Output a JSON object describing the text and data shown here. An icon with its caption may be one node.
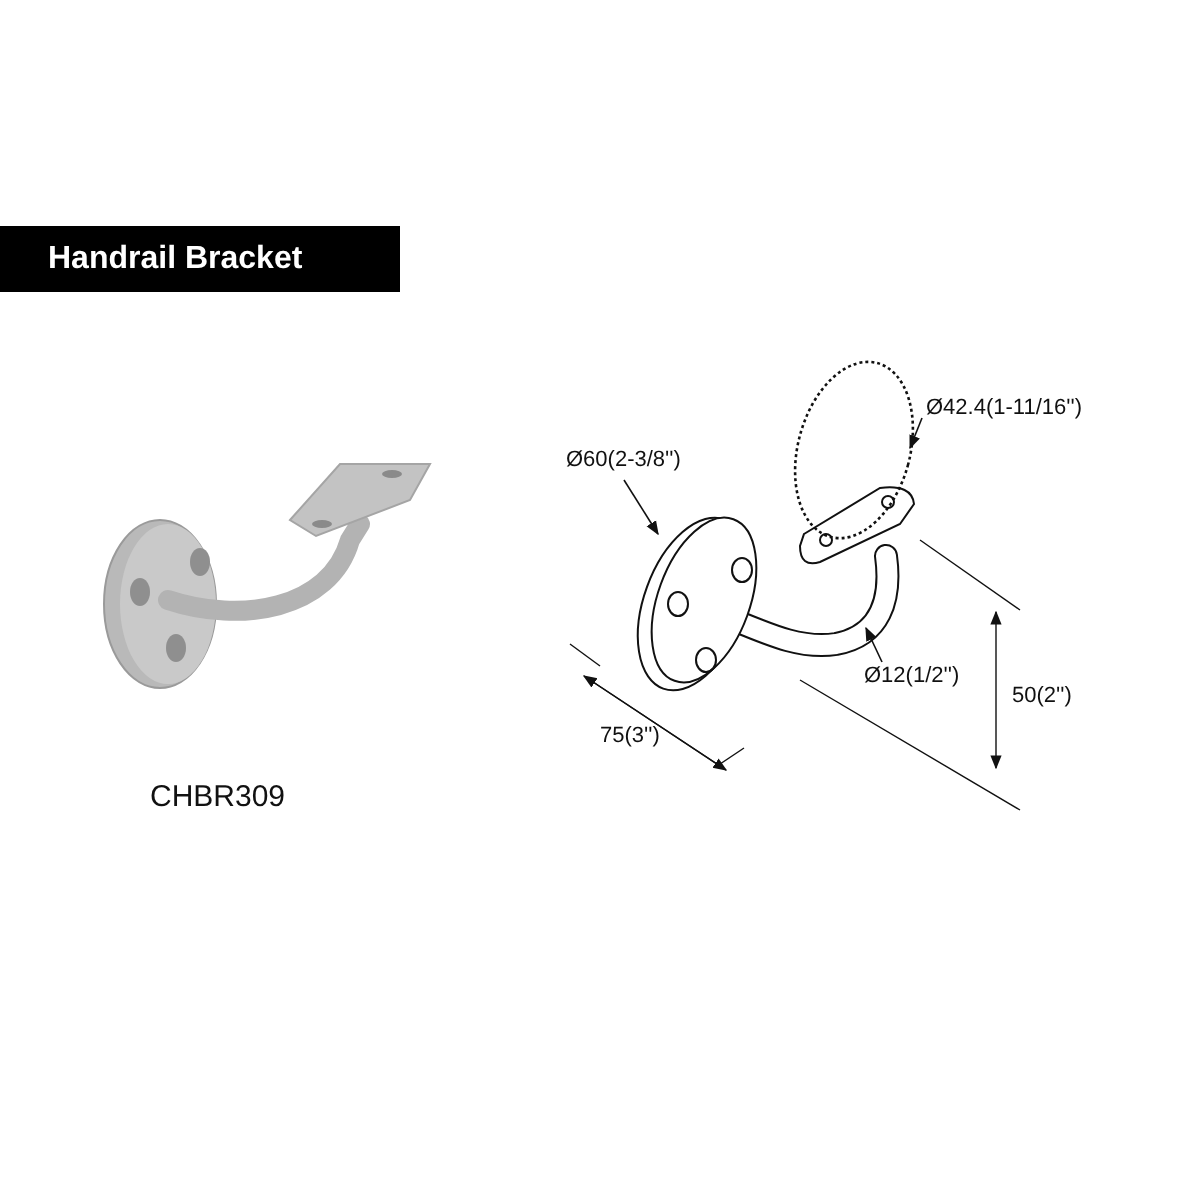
{
  "diagram": {
    "title": "Handrail Bracket",
    "nodes": [
      {
        "text": [
          "Ø60(2-3/8'')"
        ]
      },
      {
        "text": [],
        "shape": "circle"
      },
      {
        "text": [
          "Ø42.4(1-11/16'')"
        ]
      },
      {
        "text": [],
        "shape": "circle"
      },
      {
        "text": [
          "Ø12(1/2'')"
        ]
      }
    ],
    "edges": [
      {
        "from": 0,
        "to": 1,
        "arrow": "to"
      },
      {
        "from": 2,
        "to": 3,
        "arrow": "to"
      },
      {
        "from": 4,
        "to": null,
        "arrow": "to"
      }
    ],
    "labels": [
      "CHBR309",
      "75(3'')",
      "50(2'')"
    ]
  }
}
